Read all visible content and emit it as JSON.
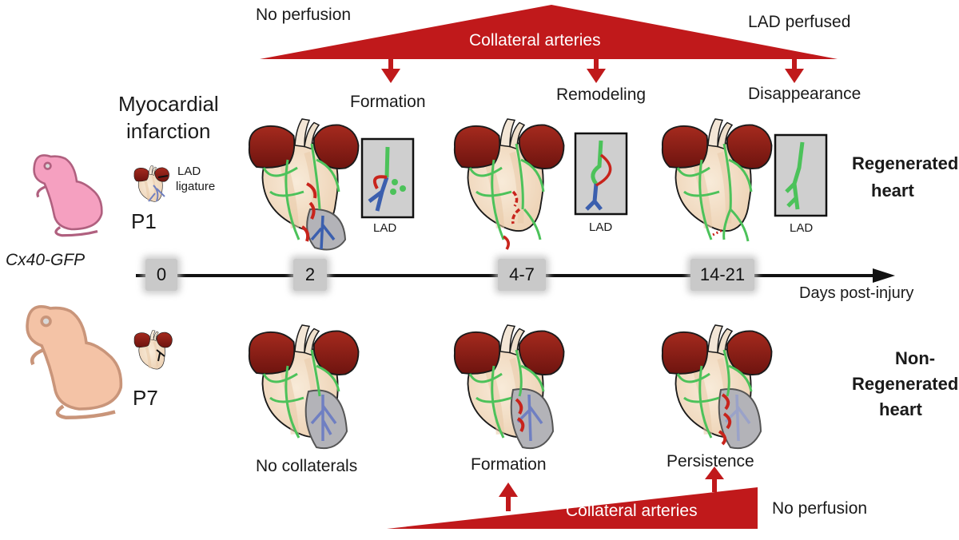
{
  "colors": {
    "arrow_red": "#c0191b",
    "myocardium": "#8b1a14",
    "heart_body": "#f3e4d0",
    "coronary_green": "#4cc25a",
    "lad_blue": "#3b5fae",
    "collateral_red": "#c8241c",
    "ischemic_gray": "#b3b3b8",
    "pup_p1": "#f5a0c0",
    "pup_p7": "#f4c3a6",
    "chip_gray": "#c9c9c9"
  },
  "top_band": {
    "label": "Collateral arteries",
    "left_status": "No perfusion",
    "right_status": "LAD perfused",
    "stages": [
      "Formation",
      "Remodeling",
      "Disappearance"
    ]
  },
  "bottom_band": {
    "label": "Collateral arteries",
    "right_status": "No perfusion",
    "stages": [
      "No collaterals",
      "Formation",
      "Persistence"
    ]
  },
  "left_panel": {
    "title_line1": "Myocardial",
    "title_line2": "infarction",
    "ligature_line1": "LAD",
    "ligature_line2": "ligature",
    "age_young": "P1",
    "age_old": "P7",
    "strain": "Cx40-GFP"
  },
  "timeline": {
    "ticks": [
      "0",
      "2",
      "4-7",
      "14-21"
    ],
    "axis_label": "Days post-injury"
  },
  "inset_label": "LAD",
  "outcomes": {
    "regenerated_line1": "Regenerated",
    "regenerated_line2": "heart",
    "nonregen_line1": "Non-",
    "nonregen_line2": "Regenerated",
    "nonregen_line3": "heart"
  }
}
